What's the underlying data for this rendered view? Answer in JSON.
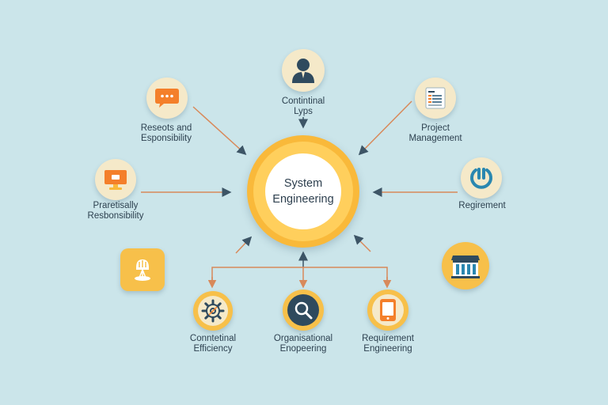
{
  "center": {
    "line1": "System",
    "line2": "Engineering"
  },
  "nodes": {
    "contractual": {
      "line1": "Contintinal",
      "line2": "Lyps",
      "icon": "person-icon"
    },
    "reports": {
      "line1": "Reseots and",
      "line2": "Esponsibility",
      "icon": "chat-bubble-icon"
    },
    "project": {
      "line1": "Project",
      "line2": "Management",
      "icon": "document-icon"
    },
    "practically": {
      "line1": "Praretisally",
      "line2": "Resbonsibility",
      "icon": "monitor-icon"
    },
    "requirement": {
      "line1": "Regirement",
      "icon": "power-icon"
    },
    "lamp": {
      "icon": "lamp-icon"
    },
    "building": {
      "icon": "building-icon"
    },
    "contextual": {
      "line1": "Conntetinal",
      "line2": "Efficiency",
      "icon": "gear-icon"
    },
    "organisational": {
      "line1": "Organisational",
      "line2": "Enopeering",
      "icon": "magnifier-icon"
    },
    "requirement_eng": {
      "line1": "Requirement",
      "line2": "Engineering",
      "icon": "tablet-icon"
    }
  },
  "colors": {
    "background": "#cbe5ea",
    "accent_orange": "#f47f2a",
    "accent_yellow": "#f9b93a",
    "navy": "#2f4a5e",
    "arrow": "#3d5566",
    "connector": "#d8895a"
  }
}
